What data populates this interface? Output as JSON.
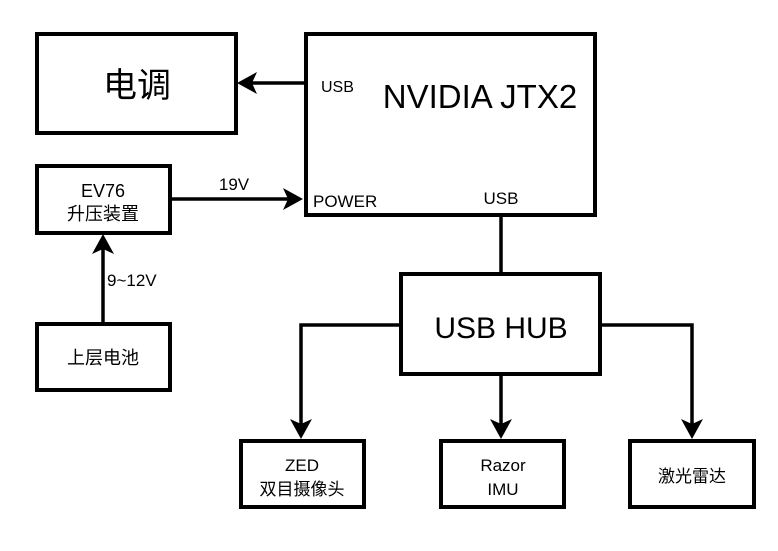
{
  "diagram": {
    "type": "block-diagram",
    "nodes": {
      "esc": {
        "label": "电调"
      },
      "jtx2": {
        "label": "NVIDIA JTX2",
        "port_usb_left": "USB",
        "port_power": "POWER",
        "port_usb_bottom": "USB"
      },
      "boost": {
        "line1": "EV76",
        "line2": "升压装置"
      },
      "battery": {
        "label": "上层电池"
      },
      "hub": {
        "label": "USB HUB"
      },
      "zed": {
        "line1": "ZED",
        "line2": "双目摄像头"
      },
      "imu": {
        "line1": "Razor",
        "line2": "IMU"
      },
      "lidar": {
        "label": "激光雷达"
      }
    },
    "edges": [
      {
        "from": "jtx2",
        "to": "esc",
        "label": ""
      },
      {
        "from": "boost",
        "to": "jtx2",
        "label": "19V"
      },
      {
        "from": "battery",
        "to": "boost",
        "label": "9~12V"
      },
      {
        "from": "jtx2",
        "to": "hub",
        "label": ""
      },
      {
        "from": "hub",
        "to": "zed",
        "label": ""
      },
      {
        "from": "hub",
        "to": "imu",
        "label": ""
      },
      {
        "from": "hub",
        "to": "lidar",
        "label": ""
      }
    ],
    "edge_labels": {
      "boost_to_jtx2": "19V",
      "battery_to_boost": "9~12V"
    }
  }
}
